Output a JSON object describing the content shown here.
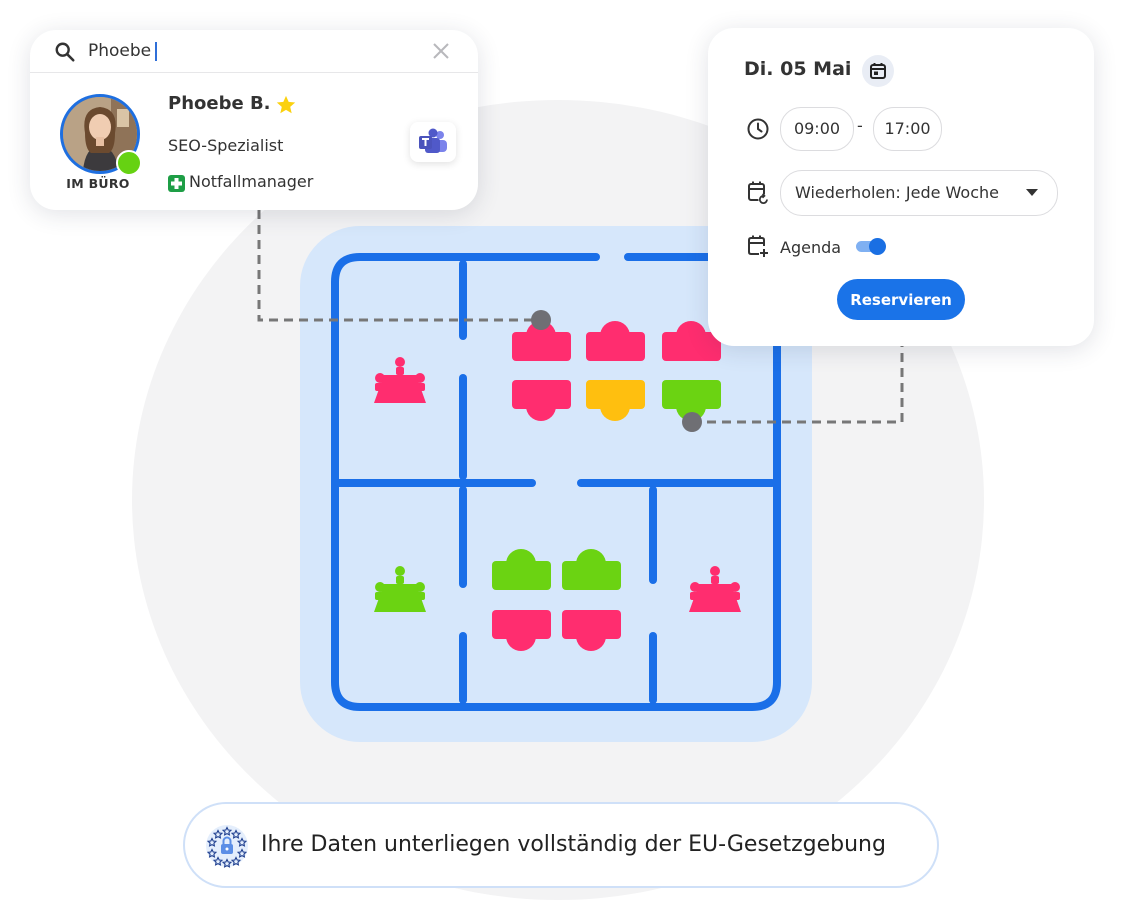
{
  "search": {
    "query": "Phoebe",
    "clear_icon": "close-icon",
    "search_icon": "search-icon"
  },
  "person": {
    "name": "Phoebe B.",
    "favorite_icon": "star-icon",
    "role": "SEO-Spezialist",
    "badge_icon": "first-aid-cross-icon",
    "badge_label": "Notfallmanager",
    "location_status": "IM BÜRO",
    "presence": "available",
    "chat_app_icon": "teams-icon"
  },
  "booking": {
    "date": "Di. 05 Mai",
    "start_time": "09:00",
    "time_separator": "-",
    "end_time": "17:00",
    "repeat_label": "Wiederholen: Jede Woche",
    "agenda_label": "Agenda",
    "agenda_enabled": true,
    "reserve_label": "Reservieren"
  },
  "floorplan": {
    "desks": [
      {
        "id": "desk-1",
        "status": "occupied",
        "color": "#ff2d6f"
      },
      {
        "id": "desk-2",
        "status": "occupied",
        "color": "#ff2d6f"
      },
      {
        "id": "desk-3",
        "status": "occupied",
        "color": "#ff2d6f"
      },
      {
        "id": "desk-4",
        "status": "occupied",
        "color": "#ff2d6f"
      },
      {
        "id": "desk-5",
        "status": "partially-booked",
        "color": "#ffbf0f"
      },
      {
        "id": "desk-6",
        "status": "available",
        "color": "#6bd312"
      },
      {
        "id": "desk-7",
        "status": "available",
        "color": "#6bd312"
      },
      {
        "id": "desk-8",
        "status": "available",
        "color": "#6bd312"
      },
      {
        "id": "desk-9",
        "status": "occupied",
        "color": "#ff2d6f"
      },
      {
        "id": "desk-10",
        "status": "occupied",
        "color": "#ff2d6f"
      }
    ],
    "meeting_rooms": [
      {
        "id": "room-1",
        "status": "occupied",
        "color": "#ff2d6f"
      },
      {
        "id": "room-2",
        "status": "available",
        "color": "#6bd312"
      },
      {
        "id": "room-3",
        "status": "occupied",
        "color": "#ff2d6f"
      }
    ],
    "wall_color": "#1a6fe8",
    "floor_color": "#d6e7fb"
  },
  "eu_notice": {
    "text": "Ihre Daten unterliegen vollständig der EU-Gesetzgebung",
    "icon": "eu-stars-lock-icon"
  },
  "colors": {
    "accent": "#1a73e8",
    "available": "#6bd312",
    "occupied": "#ff2d6f",
    "pending": "#ffbf0f"
  }
}
